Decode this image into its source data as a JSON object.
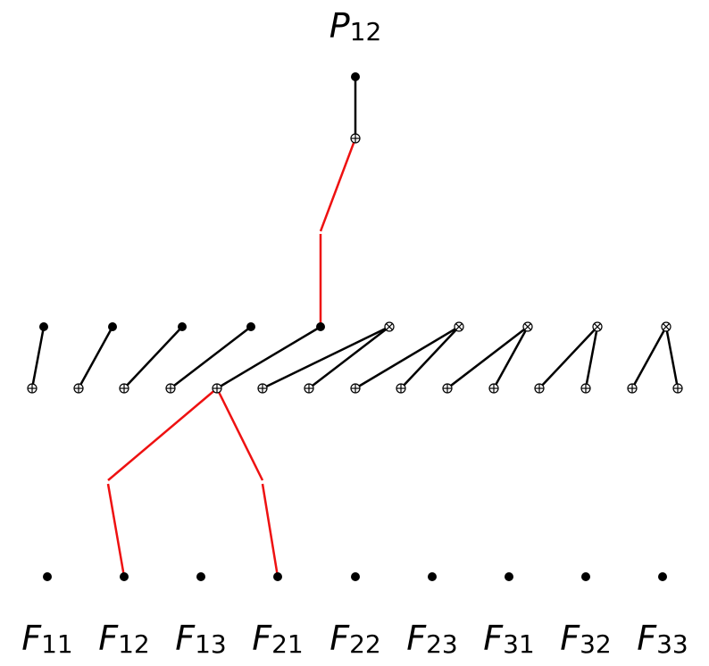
{
  "top_label": {
    "main": "P",
    "sub": "12"
  },
  "bottom_labels": [
    {
      "main": "F",
      "sub": "11"
    },
    {
      "main": "F",
      "sub": "12"
    },
    {
      "main": "F",
      "sub": "13"
    },
    {
      "main": "F",
      "sub": "21"
    },
    {
      "main": "F",
      "sub": "22"
    },
    {
      "main": "F",
      "sub": "23"
    },
    {
      "main": "F",
      "sub": "31"
    },
    {
      "main": "F",
      "sub": "32"
    },
    {
      "main": "F",
      "sub": "33"
    }
  ],
  "colors": {
    "edge": "#000000",
    "highlight": "#ee1111",
    "node": "#000000"
  }
}
